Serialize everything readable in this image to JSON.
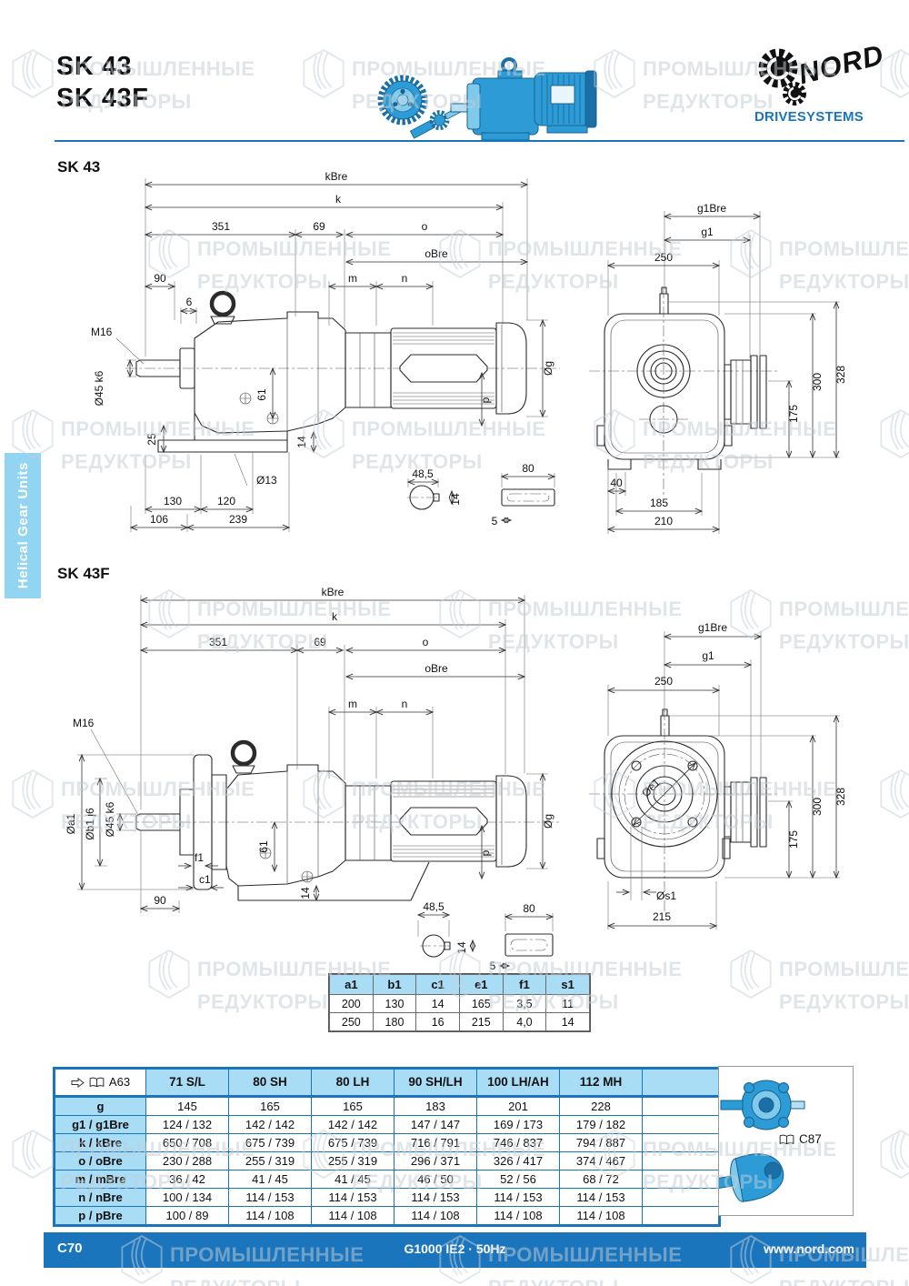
{
  "header": {
    "title1": "SK 43",
    "title2": "SK 43F",
    "brand": "NORD",
    "brand_sub": "DRIVESYSTEMS"
  },
  "sidebar": {
    "label": "Helical Gear Units"
  },
  "watermark": {
    "line1": "ПРОМЫШЛЕННЫЕ",
    "line2": "РЕДУКТОРЫ"
  },
  "sk43": {
    "title": "SK 43",
    "dims": {
      "kBre": "kBre",
      "k": "k",
      "l351": "351",
      "l69": "69",
      "o": "o",
      "oBre": "oBre",
      "l90": "90",
      "m": "m",
      "n": "n",
      "l6": "6",
      "m16": "M16",
      "shaft": "Ø45 k6",
      "l61": "61",
      "l25": "25",
      "d13": "Ø13",
      "l14": "14",
      "l130": "130",
      "l120": "120",
      "l106": "106",
      "l239": "239",
      "p": "p",
      "g": "Øg"
    },
    "key": {
      "w": "48,5",
      "len": "80",
      "h": "14",
      "t": "5"
    },
    "front": {
      "g1Bre": "g1Bre",
      "g1": "g1",
      "l250": "250",
      "l328": "328",
      "l300": "300",
      "l175": "175",
      "l40": "40",
      "l185": "185",
      "l210": "210"
    }
  },
  "sk43f": {
    "title": "SK 43F",
    "dims": {
      "kBre": "kBre",
      "k": "k",
      "l351": "351",
      "l69": "69",
      "o": "o",
      "oBre": "oBre",
      "m": "m",
      "n": "n",
      "m16": "M16",
      "a1": "Øa1",
      "b1": "Øb1 j6",
      "shaft": "Ø45 k6",
      "l61": "61",
      "f1": "f1",
      "c1": "c1",
      "l90": "90",
      "l14": "14",
      "p": "p",
      "g": "Øg"
    },
    "key": {
      "w": "48,5",
      "len": "80",
      "h": "14",
      "t": "5"
    },
    "front": {
      "g1Bre": "g1Bre",
      "g1": "g1",
      "l250": "250",
      "l328": "328",
      "l300": "300",
      "l175": "175",
      "e1": "Øe1",
      "s1": "Øs1",
      "l215": "215"
    }
  },
  "flange_table": {
    "headers": [
      "a1",
      "b1",
      "c1",
      "e1",
      "f1",
      "s1"
    ],
    "rows": [
      [
        "200",
        "130",
        "14",
        "165",
        "3,5",
        "11"
      ],
      [
        "250",
        "180",
        "16",
        "215",
        "4,0",
        "14"
      ]
    ]
  },
  "dim_table": {
    "ref": "A63",
    "side_ref": "C87",
    "columns": [
      "71 S/L",
      "80 SH",
      "80 LH",
      "90 SH/LH",
      "100 LH/AH",
      "112 MH"
    ],
    "rows": [
      {
        "label": "g",
        "values": [
          "145",
          "165",
          "165",
          "183",
          "201",
          "228"
        ]
      },
      {
        "label": "g1 / g1Bre",
        "values": [
          "124 / 132",
          "142 / 142",
          "142 / 142",
          "147 / 147",
          "169 / 173",
          "179 / 182"
        ]
      },
      {
        "label": "k / kBre",
        "values": [
          "650 / 708",
          "675 / 739",
          "675 / 739",
          "716 / 791",
          "746 / 837",
          "794 / 887"
        ]
      },
      {
        "label": "o / oBre",
        "values": [
          "230 / 288",
          "255 / 319",
          "255 / 319",
          "296 / 371",
          "326 / 417",
          "374 / 467"
        ]
      },
      {
        "label": "m / mBre",
        "values": [
          "36 / 42",
          "41 / 45",
          "41 / 45",
          "46 / 50",
          "52 / 56",
          "68 / 72"
        ]
      },
      {
        "label": "n / nBre",
        "values": [
          "100 / 134",
          "114 / 153",
          "114 / 153",
          "114 / 153",
          "114 / 153",
          "114 / 153"
        ]
      },
      {
        "label": "p / pBre",
        "values": [
          "100 / 89",
          "114 / 108",
          "114 / 108",
          "114 / 108",
          "114 / 108",
          "114 / 108"
        ]
      }
    ]
  },
  "footer": {
    "page": "C70",
    "center": "G1000  IE2 · 50Hz",
    "site": "www.nord.com"
  },
  "colors": {
    "accent": "#1B75BC",
    "table_header_fill": "#A9DCF5",
    "sidebar_fill": "#92D4F1",
    "product_blue": "#2D9BD5"
  }
}
